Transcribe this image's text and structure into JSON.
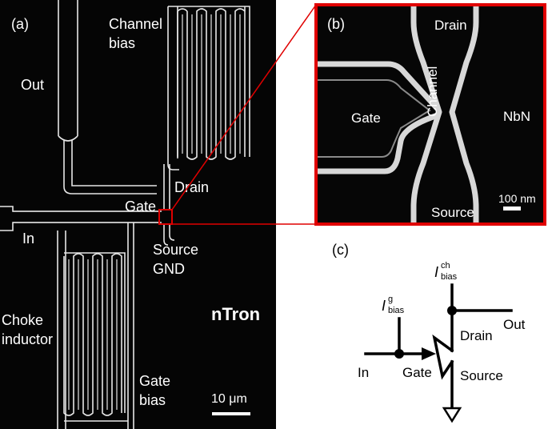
{
  "panel_a": {
    "panel_label": "(a)",
    "labels": {
      "channel_bias_1": "Channel",
      "channel_bias_2": "bias",
      "out": "Out",
      "drain": "Drain",
      "gate": "Gate",
      "in": "In",
      "source": "Source",
      "gnd": "GND",
      "choke_1": "Choke",
      "choke_2": "inductor",
      "ntron": "nTron",
      "gate_bias_1": "Gate",
      "gate_bias_2": "bias",
      "scale_bar": "10 μm"
    }
  },
  "panel_b": {
    "panel_label": "(b)",
    "labels": {
      "drain": "Drain",
      "gate": "Gate",
      "channel": "Channel",
      "nbn": "NbN",
      "source": "Source",
      "scale_bar": "100 nm"
    }
  },
  "panel_c": {
    "panel_label": "(c)",
    "labels": {
      "i_ch_main": "I",
      "i_ch_sup": "ch",
      "i_ch_sub": "bias",
      "i_g_main": "I",
      "i_g_sup": "g",
      "i_g_sub": "bias",
      "out": "Out",
      "drain": "Drain",
      "in": "In",
      "gate": "Gate",
      "source": "Source"
    }
  },
  "colors": {
    "sem_background": "#050505",
    "trace": "#e8e8e8",
    "zoom_box": "#e00000"
  }
}
